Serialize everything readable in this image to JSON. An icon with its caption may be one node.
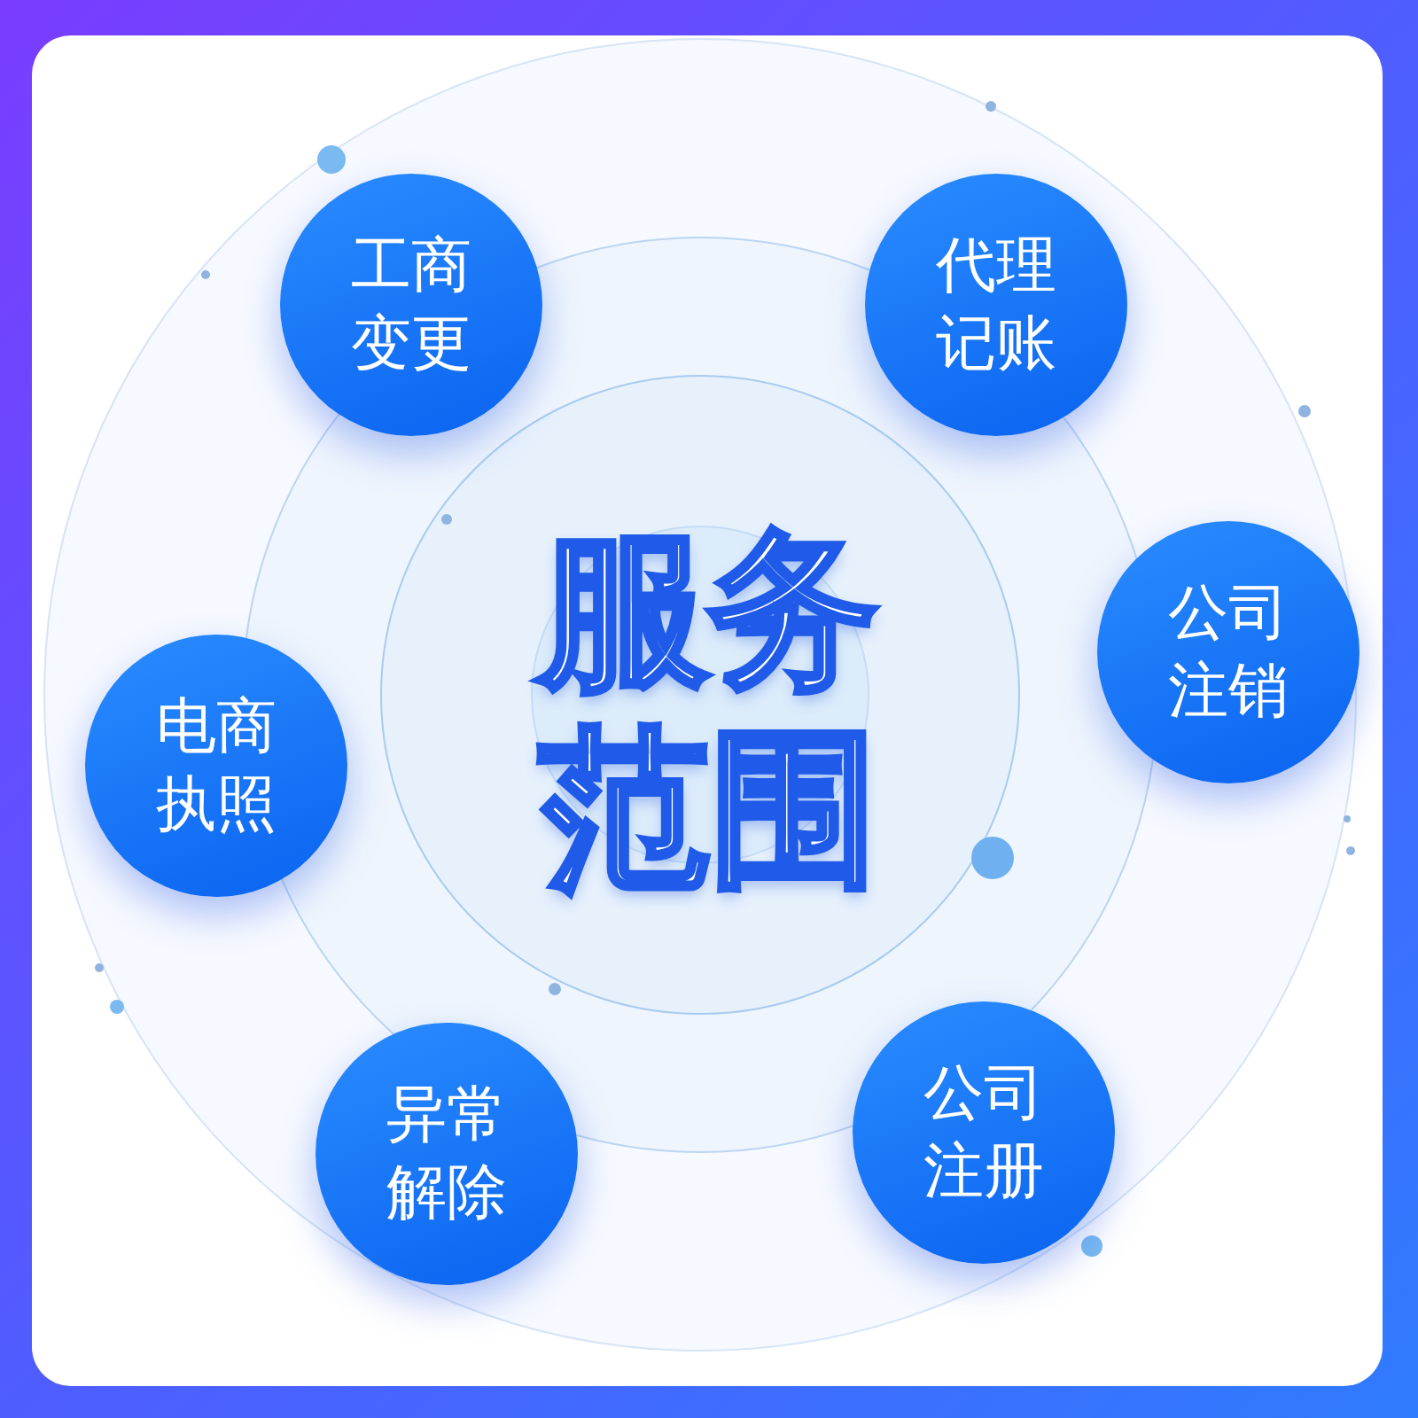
{
  "diagram": {
    "nodes": [
      {
        "text": [
          "服务范围"
        ]
      },
      {
        "text": [
          "工商变更"
        ]
      },
      {
        "text": [
          "代理记账"
        ]
      },
      {
        "text": [
          "公司注销"
        ]
      },
      {
        "text": [
          "电商执照"
        ]
      },
      {
        "text": [
          "异常解除"
        ]
      },
      {
        "text": [
          "公司注册"
        ]
      }
    ],
    "edges": []
  }
}
